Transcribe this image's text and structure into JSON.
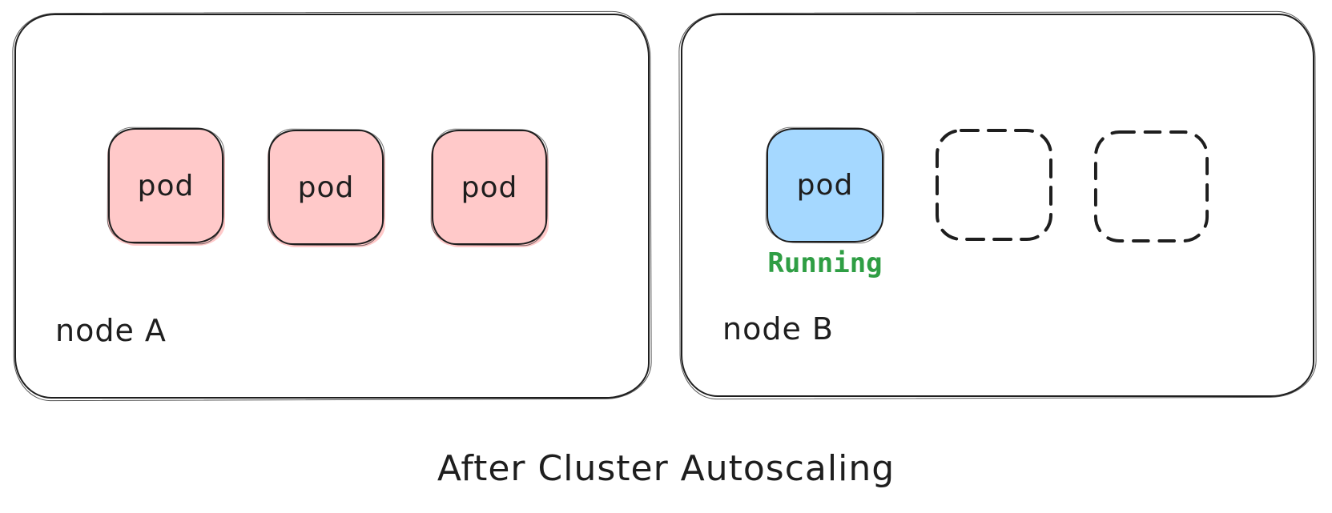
{
  "canvas": {
    "caption": "After Cluster Autoscaling",
    "background": "#ffffff"
  },
  "colors": {
    "stroke": "#1e1e1e",
    "pod_pink_fill": "#ffc9c9",
    "pod_blue_fill": "#a5d8ff",
    "status_green": "#2f9e44"
  },
  "nodes": [
    {
      "label": "node A",
      "pods": [
        {
          "label": "pod",
          "fill": "#ffc9c9"
        },
        {
          "label": "pod",
          "fill": "#ffc9c9"
        },
        {
          "label": "pod",
          "fill": "#ffc9c9"
        }
      ],
      "empty_slots": 0
    },
    {
      "label": "node B",
      "pods": [
        {
          "label": "pod",
          "fill": "#a5d8ff",
          "status": "Running"
        }
      ],
      "empty_slots": 2
    }
  ]
}
